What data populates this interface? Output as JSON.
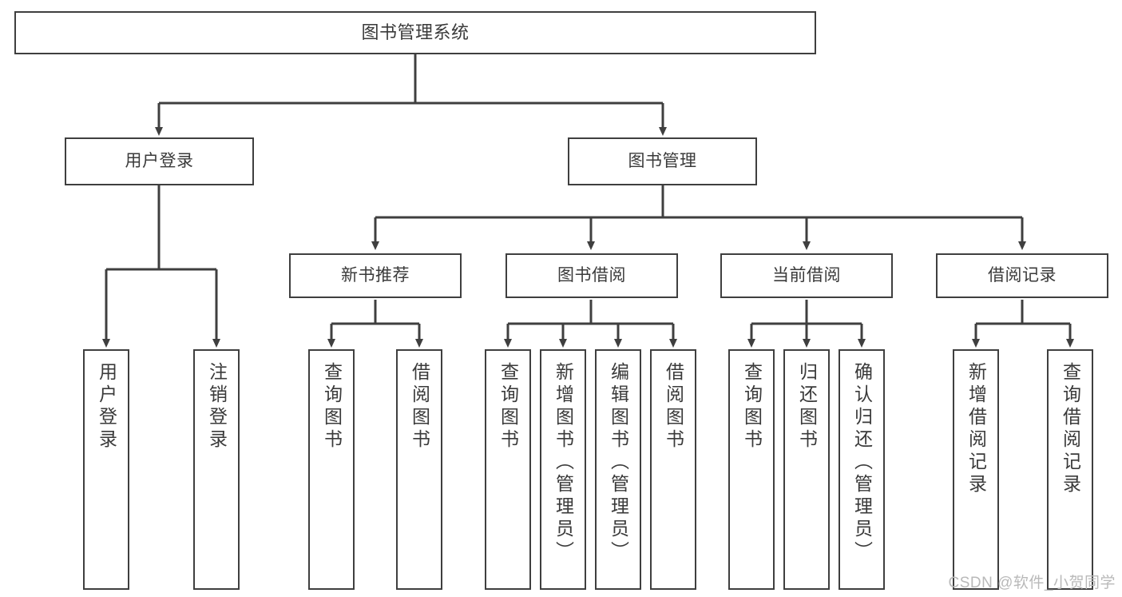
{
  "diagram": {
    "title": "图书管理系统",
    "type": "tree-hierarchy-chart",
    "colors": {
      "box_border": "#3f3f3f",
      "box_fill": "#ffffff",
      "text": "#3a3a3a",
      "edge": "#3f3f3f",
      "watermark": "#b9b9b9",
      "background": "#ffffff"
    },
    "levels": {
      "root": "图书管理系统",
      "level2": [
        "用户登录",
        "图书管理"
      ],
      "level3": [
        "新书推荐",
        "图书借阅",
        "当前借阅",
        "借阅记录"
      ]
    },
    "nodes": {
      "root": {
        "label": "图书管理系统"
      },
      "user_login": {
        "label": "用户登录"
      },
      "book_manage": {
        "label": "图书管理"
      },
      "new_book_rec": {
        "label": "新书推荐"
      },
      "book_borrow": {
        "label": "图书借阅"
      },
      "current_borrow": {
        "label": "当前借阅"
      },
      "borrow_record": {
        "label": "借阅记录"
      },
      "leaf_user_login": {
        "label": "用户登录"
      },
      "leaf_user_logout": {
        "label": "注销登录"
      },
      "leaf_query_book_1": {
        "label": "查询图书"
      },
      "leaf_borrow_book_1": {
        "label": "借阅图书"
      },
      "leaf_query_book_2": {
        "label": "查询图书"
      },
      "leaf_add_book_admin": {
        "label": "新增图书（管理员）"
      },
      "leaf_edit_book_admin": {
        "label": "编辑图书（管理员）"
      },
      "leaf_borrow_book_2": {
        "label": "借阅图书"
      },
      "leaf_query_book_3": {
        "label": "查询图书"
      },
      "leaf_return_book": {
        "label": "归还图书"
      },
      "leaf_confirm_return_admin": {
        "label": "确认归还（管理员）"
      },
      "leaf_add_borrow_record": {
        "label": "新增借阅记录"
      },
      "leaf_query_borrow_record": {
        "label": "查询借阅记录"
      }
    },
    "watermark": "CSDN @软件_小贺同学"
  }
}
